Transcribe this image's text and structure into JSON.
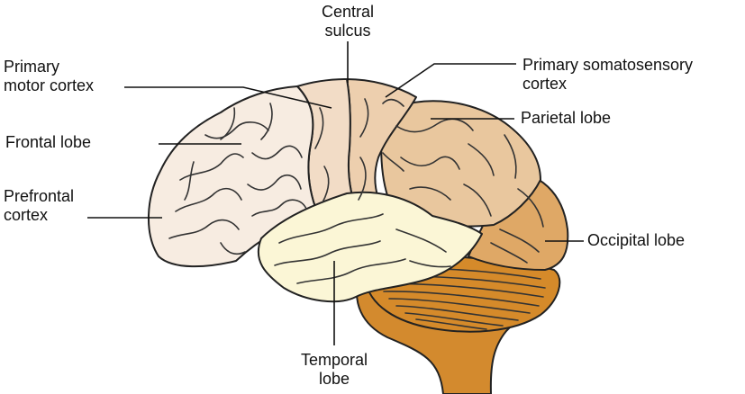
{
  "labels": {
    "central_sulcus": [
      "Central",
      "sulcus"
    ],
    "primary_motor_cortex": [
      "Primary",
      "motor cortex"
    ],
    "frontal_lobe": "Frontal lobe",
    "prefrontal_cortex": [
      "Prefrontal",
      "cortex"
    ],
    "primary_somatosensory_cortex": [
      "Primary somatosensory",
      "cortex"
    ],
    "parietal_lobe": "Parietal lobe",
    "occipital_lobe": "Occipital lobe",
    "temporal_lobe": [
      "Temporal",
      "lobe"
    ]
  },
  "colors": {
    "frontal": "#f7ece1",
    "motor": "#f2dcc6",
    "somatosensory": "#edcfae",
    "parietal": "#e9c79e",
    "occipital": "#dfa866",
    "temporal": "#fbf6d6",
    "cerebellum": "#d58a2a",
    "brainstem": "#d38a2e"
  }
}
